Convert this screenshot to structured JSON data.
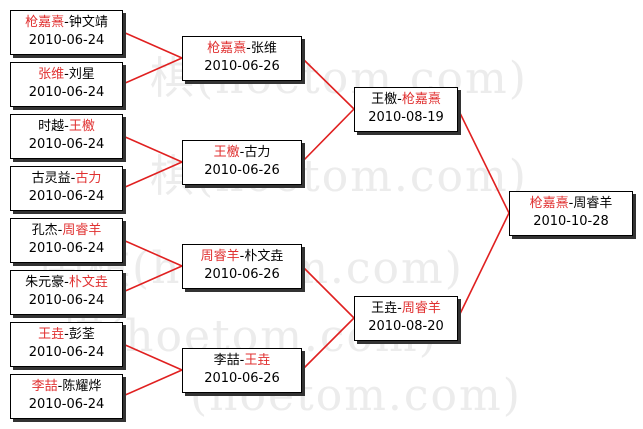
{
  "watermark": [
    "棋(hoetom.com)",
    "棋(hoetom.com)",
    "棋(hoetom.com)",
    "围棋(hoetom.com)",
    "(hoetom.com)"
  ],
  "colors": {
    "winner": "#e03030",
    "connector": "#e02020",
    "text": "#000000"
  },
  "rounds": [
    {
      "matches": [
        {
          "a": "枪嘉熹",
          "b": "钟文靖",
          "winner": "a",
          "date": "2010-06-24"
        },
        {
          "a": "张维",
          "b": "刘星",
          "winner": "a",
          "date": "2010-06-24"
        },
        {
          "a": "时越",
          "b": "王檄",
          "winner": "b",
          "date": "2010-06-24"
        },
        {
          "a": "古灵益",
          "b": "古力",
          "winner": "b",
          "date": "2010-06-24"
        },
        {
          "a": "孔杰",
          "b": "周睿羊",
          "winner": "b",
          "date": "2010-06-24"
        },
        {
          "a": "朱元豪",
          "b": "朴文垚",
          "winner": "b",
          "date": "2010-06-24"
        },
        {
          "a": "王垚",
          "b": "彭荃",
          "winner": "a",
          "date": "2010-06-24"
        },
        {
          "a": "李喆",
          "b": "陈耀烨",
          "winner": "a",
          "date": "2010-06-24"
        }
      ]
    },
    {
      "matches": [
        {
          "a": "枪嘉熹",
          "b": "张维",
          "winner": "a",
          "date": "2010-06-26"
        },
        {
          "a": "王檄",
          "b": "古力",
          "winner": "a",
          "date": "2010-06-26"
        },
        {
          "a": "周睿羊",
          "b": "朴文垚",
          "winner": "a",
          "date": "2010-06-26"
        },
        {
          "a": "李喆",
          "b": "王垚",
          "winner": "b",
          "date": "2010-06-26"
        }
      ]
    },
    {
      "matches": [
        {
          "a": "王檄",
          "b": "枪嘉熹",
          "winner": "b",
          "date": "2010-08-19"
        },
        {
          "a": "王垚",
          "b": "周睿羊",
          "winner": "b",
          "date": "2010-08-20"
        }
      ]
    },
    {
      "matches": [
        {
          "a": "枪嘉熹",
          "b": "周睿羊",
          "winner": "a",
          "date": "2010-10-28"
        }
      ]
    }
  ]
}
